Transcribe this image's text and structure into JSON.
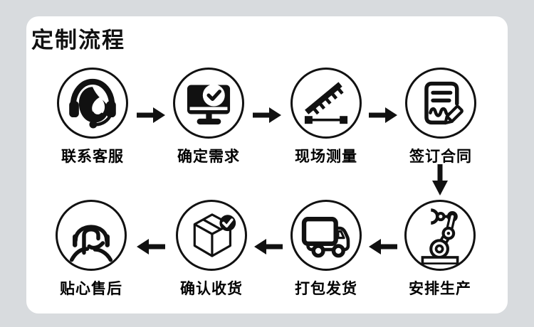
{
  "title": "定制流程",
  "colors": {
    "background": "#d8dbde",
    "card": "#ffffff",
    "ink": "#111111"
  },
  "steps": [
    {
      "order": 1,
      "label": "联系客服",
      "icon": "customer-service-icon"
    },
    {
      "order": 2,
      "label": "确定需求",
      "icon": "monitor-check-icon"
    },
    {
      "order": 3,
      "label": "现场测量",
      "icon": "measure-ruler-icon"
    },
    {
      "order": 4,
      "label": "签订合同",
      "icon": "sign-contract-icon"
    },
    {
      "order": 5,
      "label": "安排生产",
      "icon": "robot-arm-icon"
    },
    {
      "order": 6,
      "label": "打包发货",
      "icon": "delivery-truck-icon"
    },
    {
      "order": 7,
      "label": "确认收货",
      "icon": "box-received-icon"
    },
    {
      "order": 8,
      "label": "贴心售后",
      "icon": "after-sales-support-icon"
    }
  ],
  "flow": {
    "row1_direction": "right",
    "row2_direction": "left",
    "connector": "down"
  }
}
